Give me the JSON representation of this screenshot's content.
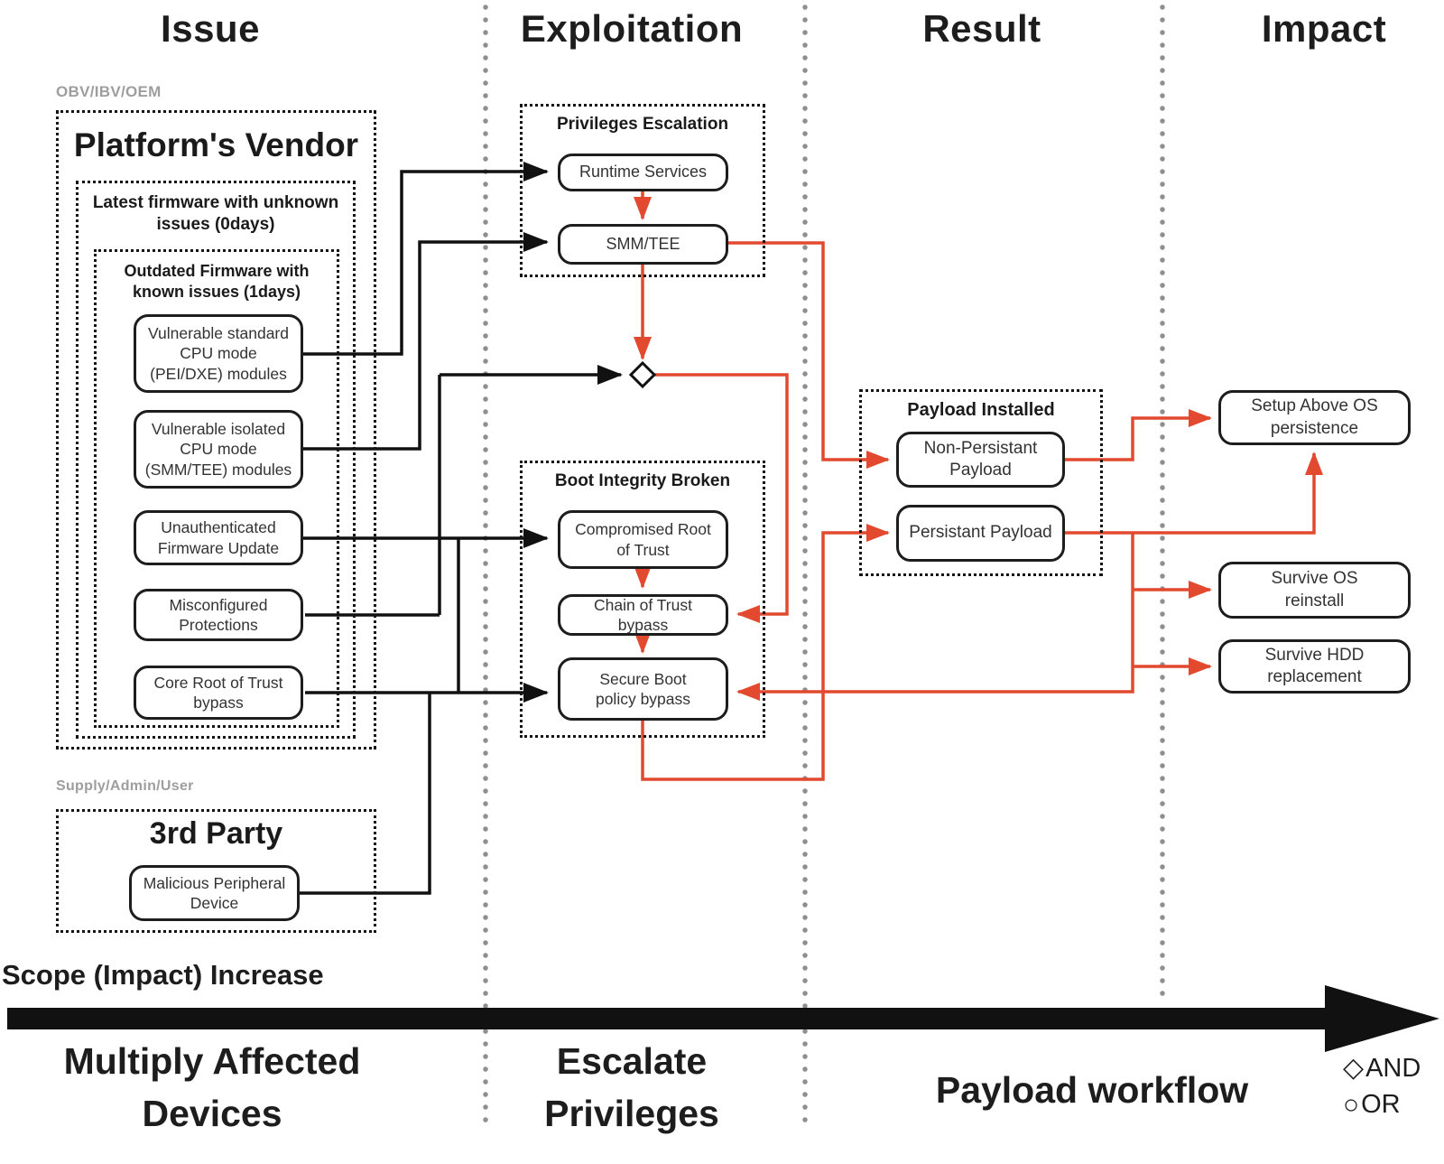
{
  "columns": {
    "issue": "Issue",
    "exploitation": "Exploitation",
    "result": "Result",
    "impact": "Impact"
  },
  "issue": {
    "vendor_tag": "OBV/IBV/OEM",
    "vendor_title": "Platform's Vendor",
    "latest_title": "Latest firmware with unknown issues (0days)",
    "outdated_title": "Outdated Firmware with known issues (1days)",
    "nodes": {
      "vuln_standard": "Vulnerable standard CPU mode (PEI/DXE) modules",
      "vuln_isolated": "Vulnerable isolated CPU mode (SMM/TEE) modules",
      "unauth_update": "Unauthenticated Firmware Update",
      "misconfigured": "Misconfigured Protections",
      "core_rot_bypass": "Core Root of Trust bypass"
    },
    "third_party_tag": "Supply/Admin/User",
    "third_party_title": "3rd Party",
    "malicious_device": "Malicious Peripheral Device"
  },
  "exploitation": {
    "priv_esc_title": "Privileges Escalation",
    "runtime_services": "Runtime Services",
    "smm_tee": "SMM/TEE",
    "boot_integrity_title": "Boot Integrity Broken",
    "compromised_rot": "Compromised Root of Trust",
    "chain_of_trust": "Chain of Trust bypass",
    "secure_boot": "Secure Boot policy bypass"
  },
  "result": {
    "payload_installed_title": "Payload Installed",
    "non_persistent": "Non-Persistant Payload",
    "persistent": "Persistant Payload"
  },
  "impact": {
    "setup_above_os": "Setup Above OS persistence",
    "survive_os": "Survive OS reinstall",
    "survive_hdd": "Survive HDD replacement"
  },
  "footer": {
    "scope_label": "Scope (Impact) Increase",
    "multiply": "Multiply Affected Devices",
    "escalate": "Escalate Privileges",
    "payload_workflow": "Payload workflow",
    "legend_and": "AND",
    "legend_or": "OR",
    "and_symbol": "◇",
    "or_symbol": "○"
  },
  "colors": {
    "red": "#e2492e",
    "black": "#1d1d1d",
    "gray_label": "#9e9e9e",
    "separator_gray": "#8f8f8f"
  }
}
